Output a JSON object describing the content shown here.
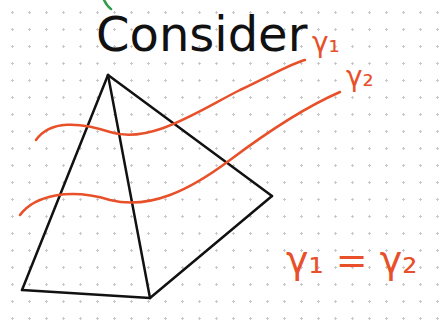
{
  "diagram": {
    "labels": [
      "Consider",
      "γ₁",
      "γ₂",
      "γ₁ = γ₂"
    ]
  }
}
